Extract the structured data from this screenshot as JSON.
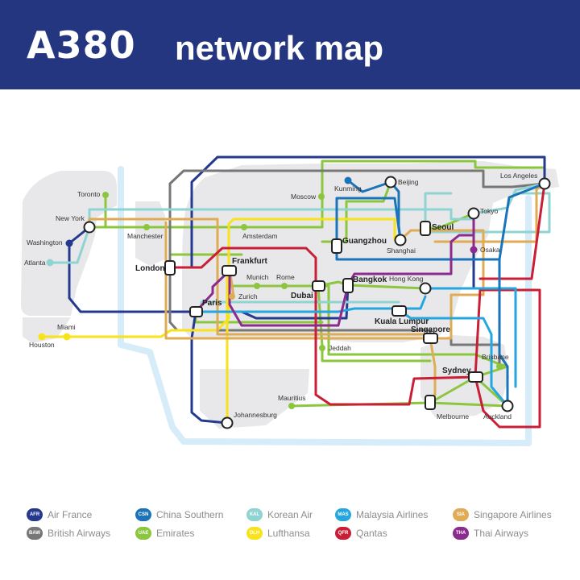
{
  "header": {
    "brand": "A380",
    "title": "network map"
  },
  "colors": {
    "header_bg": "#253680",
    "air_france": "#253a8f",
    "china_southern": "#1b74b9",
    "korean_air": "#8fd3d2",
    "malaysia_airlines": "#25a6de",
    "singapore_airlines": "#e0ab55",
    "british_airways": "#777777",
    "emirates": "#8cc63f",
    "lufthansa": "#f8e21a",
    "qantas": "#c91f36",
    "thai_airways": "#8c2a8e",
    "land": "#e8e8ea",
    "water": "#d7ecf9"
  },
  "cities": {
    "toronto": "Toronto",
    "new_york": "New York",
    "washington": "Washington",
    "atlanta": "Atlanta",
    "miami": "Miami",
    "houston": "Houston",
    "manchester": "Manchester",
    "london": "London",
    "amsterdam": "Amsterdam",
    "frankfurt": "Frankfurt",
    "paris": "Paris",
    "munich": "Munich",
    "rome": "Rome",
    "zurich": "Zurich",
    "moscow": "Moscow",
    "dubai": "Dubai",
    "jeddah": "Jeddah",
    "johannesburg": "Johannesburg",
    "mauritius": "Mauritius",
    "kunming": "Kunming",
    "beijing": "Beijing",
    "guangzhou": "Guangzhou",
    "shanghai": "Shanghai",
    "seoul": "Seoul",
    "tokyo": "Tokyo",
    "osaka": "Osaka",
    "los_angeles": "Los Angeles",
    "bangkok": "Bangkok",
    "hong_kong": "Hong Kong",
    "kuala_lumpur": "Kuala Lumpur",
    "singapore": "Singapore",
    "brisbane": "Brisbane",
    "sydney": "Sydney",
    "melbourne": "Melbourne",
    "auckland": "Auckland"
  },
  "legend": [
    {
      "code": "AFR",
      "name": "Air France",
      "color": "#253a8f"
    },
    {
      "code": "BAW",
      "name": "British Airways",
      "color": "#777777"
    },
    {
      "code": "CSN",
      "name": "China Southern",
      "color": "#1b74b9"
    },
    {
      "code": "UAE",
      "name": "Emirates",
      "color": "#8cc63f"
    },
    {
      "code": "KAL",
      "name": "Korean Air",
      "color": "#8fd3d2"
    },
    {
      "code": "DLH",
      "name": "Lufthansa",
      "color": "#f8e21a"
    },
    {
      "code": "MAS",
      "name": "Malaysia Airlines",
      "color": "#25a6de"
    },
    {
      "code": "QFR",
      "name": "Qantas",
      "color": "#c91f36"
    },
    {
      "code": "SIA",
      "name": "Singapore Airlines",
      "color": "#e0ab55"
    },
    {
      "code": "THA",
      "name": "Thai Airways",
      "color": "#8c2a8e"
    }
  ]
}
